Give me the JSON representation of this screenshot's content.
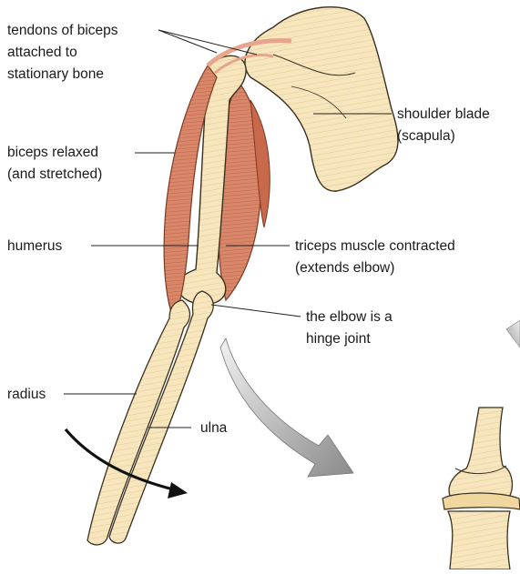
{
  "labels": {
    "tendons_line1": "tendons of biceps",
    "tendons_line2": "attached to",
    "tendons_line3": "stationary bone",
    "biceps_line1": "biceps relaxed",
    "biceps_line2": "(and stretched)",
    "humerus": "humerus",
    "radius": "radius",
    "ulna": "ulna",
    "shoulder_line1": "shoulder blade",
    "shoulder_line2": "(scapula)",
    "triceps_line1": "triceps muscle contracted",
    "triceps_line2": "(extends elbow)",
    "elbow_line1": "the elbow is a",
    "elbow_line2": "hinge joint"
  },
  "colors": {
    "bone": "#f7e6bd",
    "bone_outline": "#3a3020",
    "muscle": "#d9876a",
    "muscle_light": "#f0c0a8",
    "arrow_grey": "#9a9a9a",
    "leader": "#222222"
  }
}
